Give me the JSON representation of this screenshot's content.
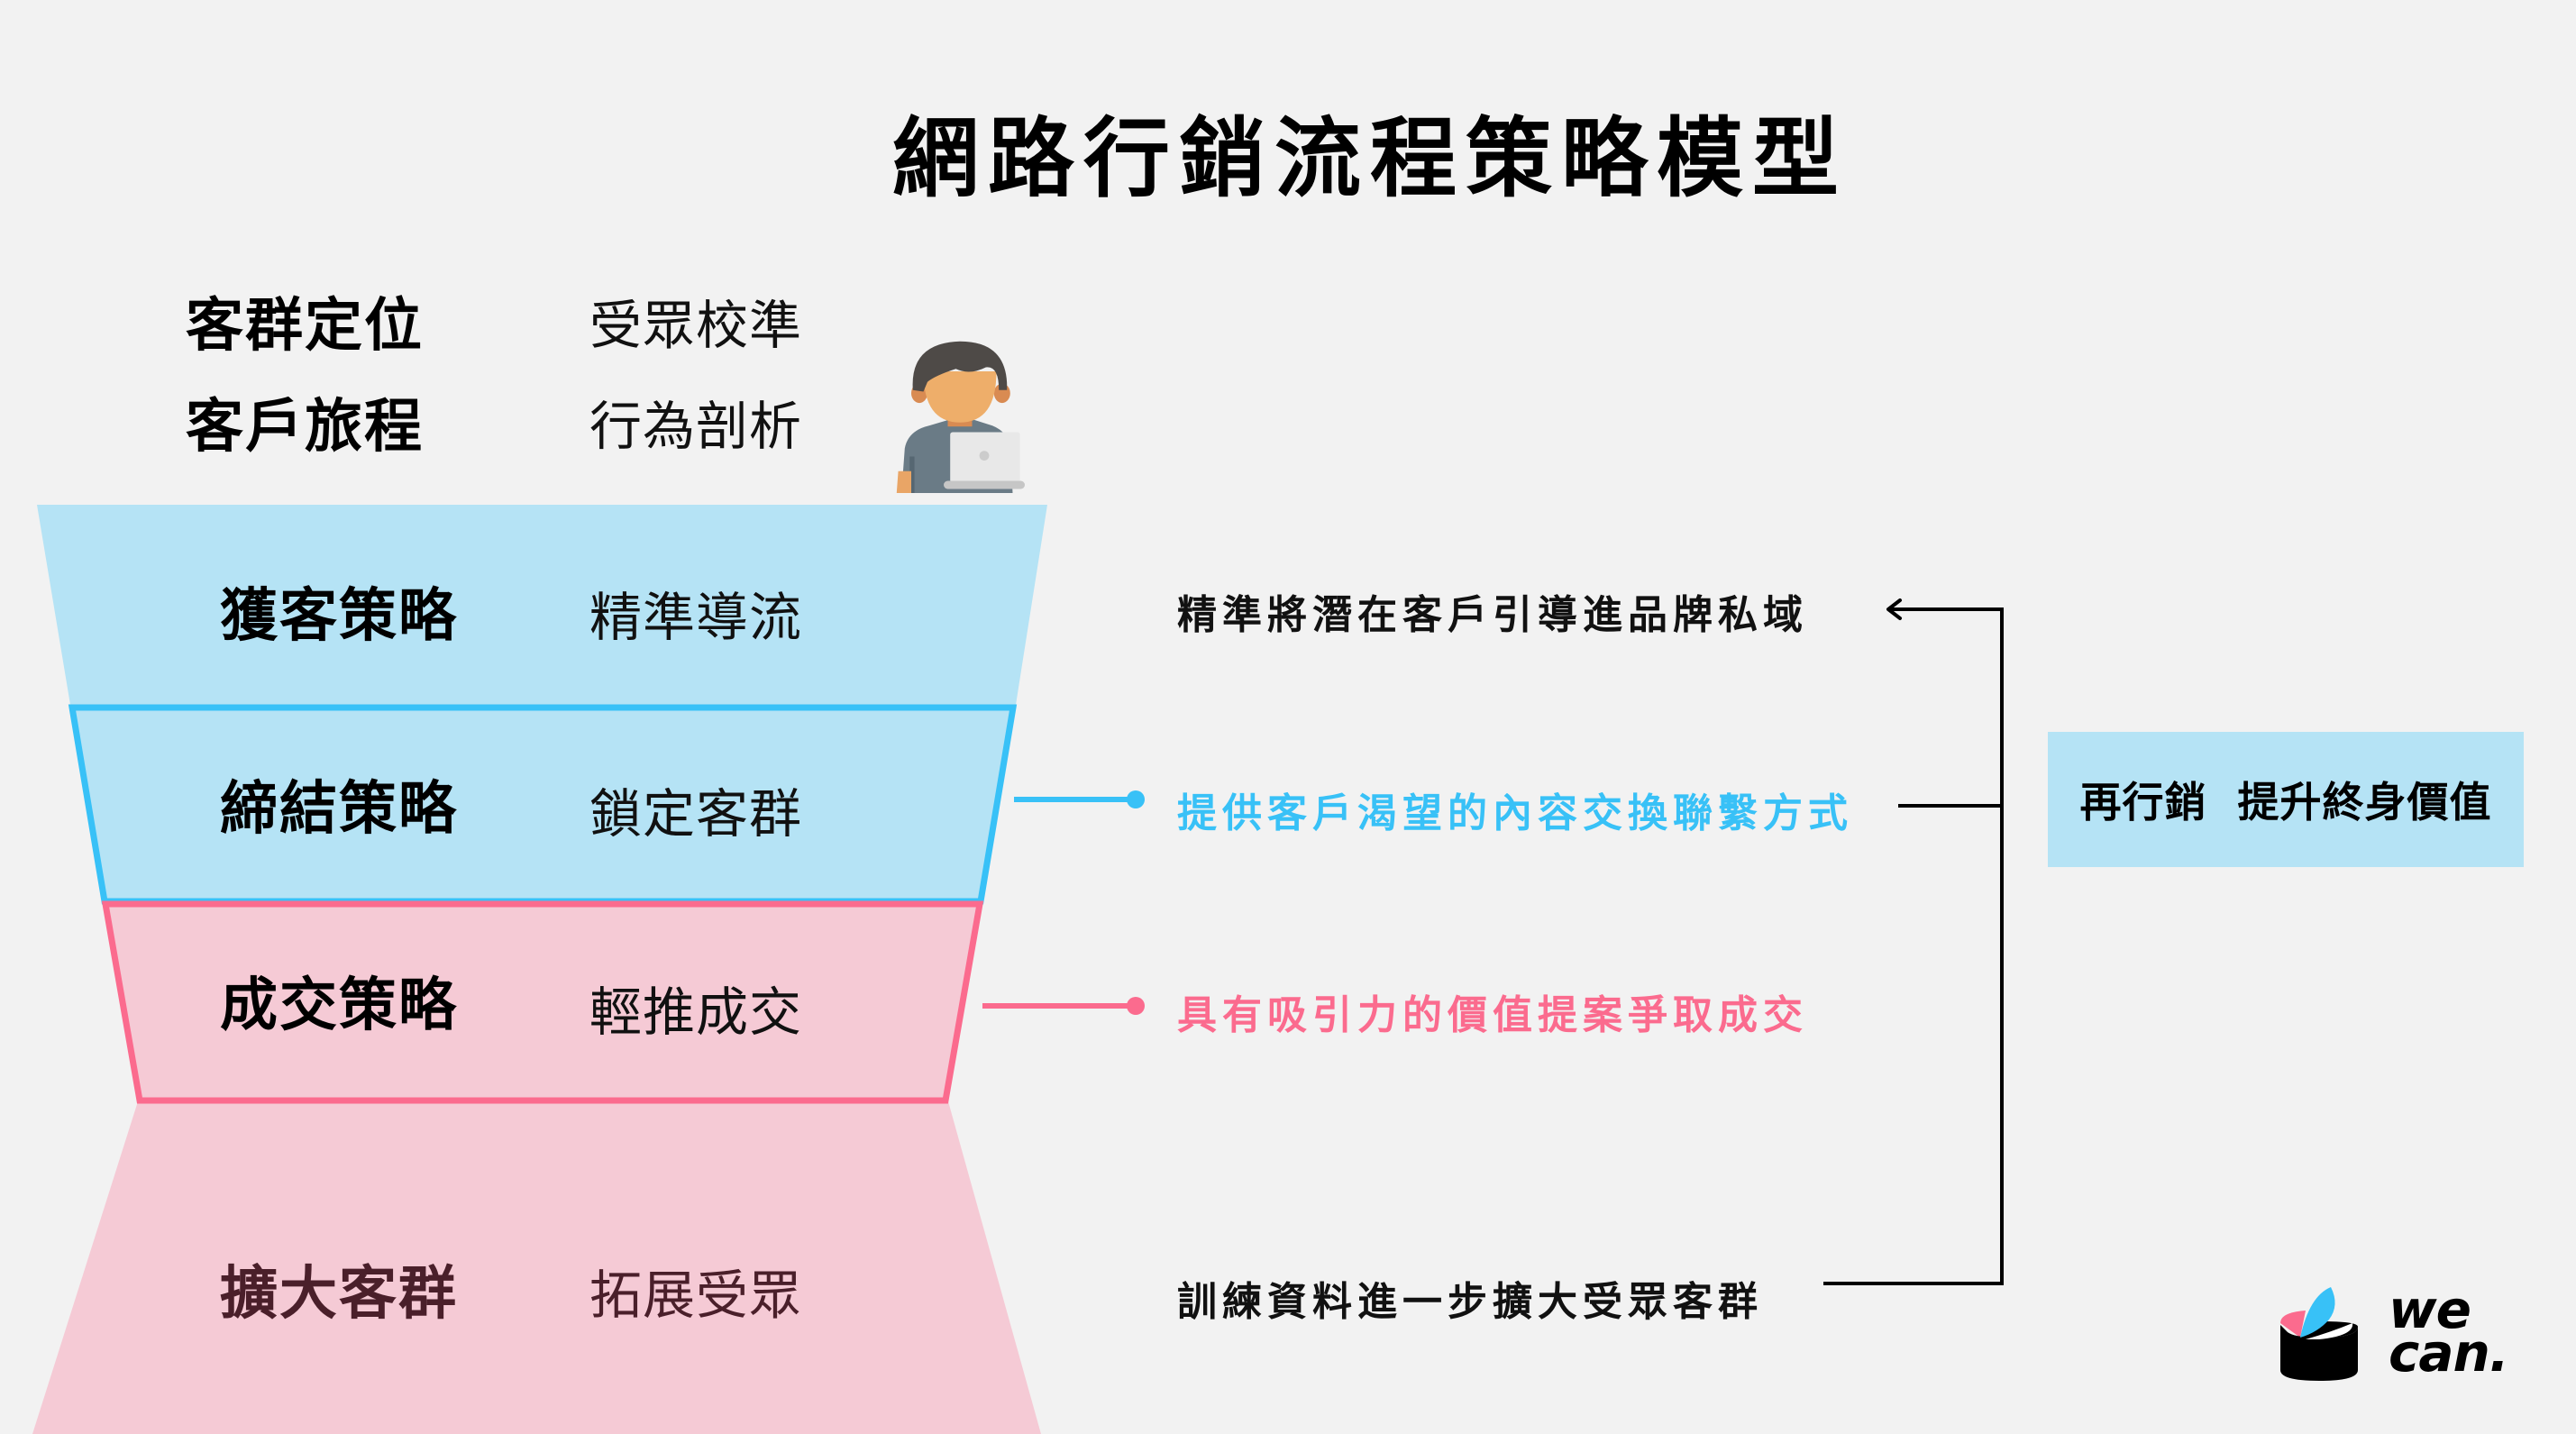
{
  "title": "網路行銷流程策略模型",
  "top_section": {
    "rows": [
      {
        "label": "客群定位",
        "value": "受眾校準"
      },
      {
        "label": "客戶旅程",
        "value": "行為剖析"
      }
    ],
    "person_icon": "person-with-laptop-icon"
  },
  "funnel": {
    "stages": [
      {
        "label": "獲客策略",
        "value": "精準導流",
        "fill": "#b5e3f5",
        "border": null
      },
      {
        "label": "締結策略",
        "value": "鎖定客群",
        "fill": "#b5e3f5",
        "border": "#38c1f7"
      },
      {
        "label": "成交策略",
        "value": "輕推成交",
        "fill": "#f5cad5",
        "border": "#fb6b8e"
      },
      {
        "label": "擴大客群",
        "value": "拓展受眾",
        "fill": "#f5cad5",
        "border": null
      }
    ]
  },
  "notes": [
    {
      "text": "精準將潛在客戶引導進品牌私域",
      "color": "#111111"
    },
    {
      "text": "提供客戶渴望的內容交換聯繫方式",
      "color": "#38c1f7"
    },
    {
      "text": "具有吸引力的價值提案爭取成交",
      "color": "#fb6b8e"
    },
    {
      "text": "訓練資料進一步擴大受眾客群",
      "color": "#111111"
    }
  ],
  "remarketing_box": {
    "text": "再行銷  提升終身價值",
    "fill": "#b5e3f5"
  },
  "logo": {
    "line1": "we",
    "line2": "can.",
    "icon": "wecan-logo-icon"
  },
  "colors": {
    "background": "#f2f2f2",
    "blue_light": "#b5e3f5",
    "blue_accent": "#38c1f7",
    "pink_light": "#f5cad5",
    "pink_accent": "#fb6b8e",
    "maroon_text": "#4a1f2a"
  }
}
